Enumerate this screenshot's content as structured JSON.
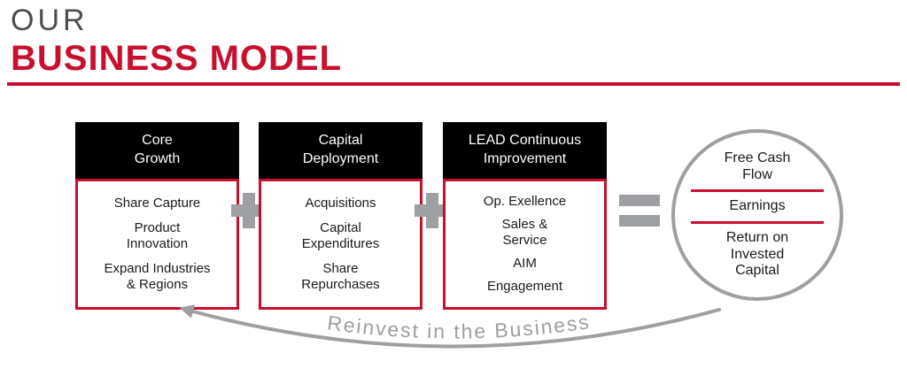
{
  "header": {
    "pretitle": "OUR",
    "title": "BUSINESS MODEL"
  },
  "colors": {
    "red": "#c8102e",
    "gray": "#9d9fa2",
    "dark_gray": "#4d4d4f",
    "black": "#000000",
    "white": "#ffffff"
  },
  "boxes": [
    {
      "header": "Core\nGrowth",
      "items": [
        "Share Capture",
        "Product\nInnovation",
        "Expand Industries\n& Regions"
      ]
    },
    {
      "header": "Capital\nDeployment",
      "items": [
        "Acquisitions",
        "Capital\nExpenditures",
        "Share\nRepurchases"
      ]
    },
    {
      "header": "LEAD Continuous\nImprovement",
      "items": [
        "Op. Exellence",
        "Sales &\nService",
        "AIM",
        "Engagement"
      ]
    }
  ],
  "operators": {
    "plus": "+",
    "equals": "="
  },
  "outcome_circle": {
    "items": [
      "Free Cash\nFlow",
      "Earnings",
      "Return on\nInvested\nCapital"
    ]
  },
  "arrow": {
    "label": "Reinvest in the Business"
  }
}
